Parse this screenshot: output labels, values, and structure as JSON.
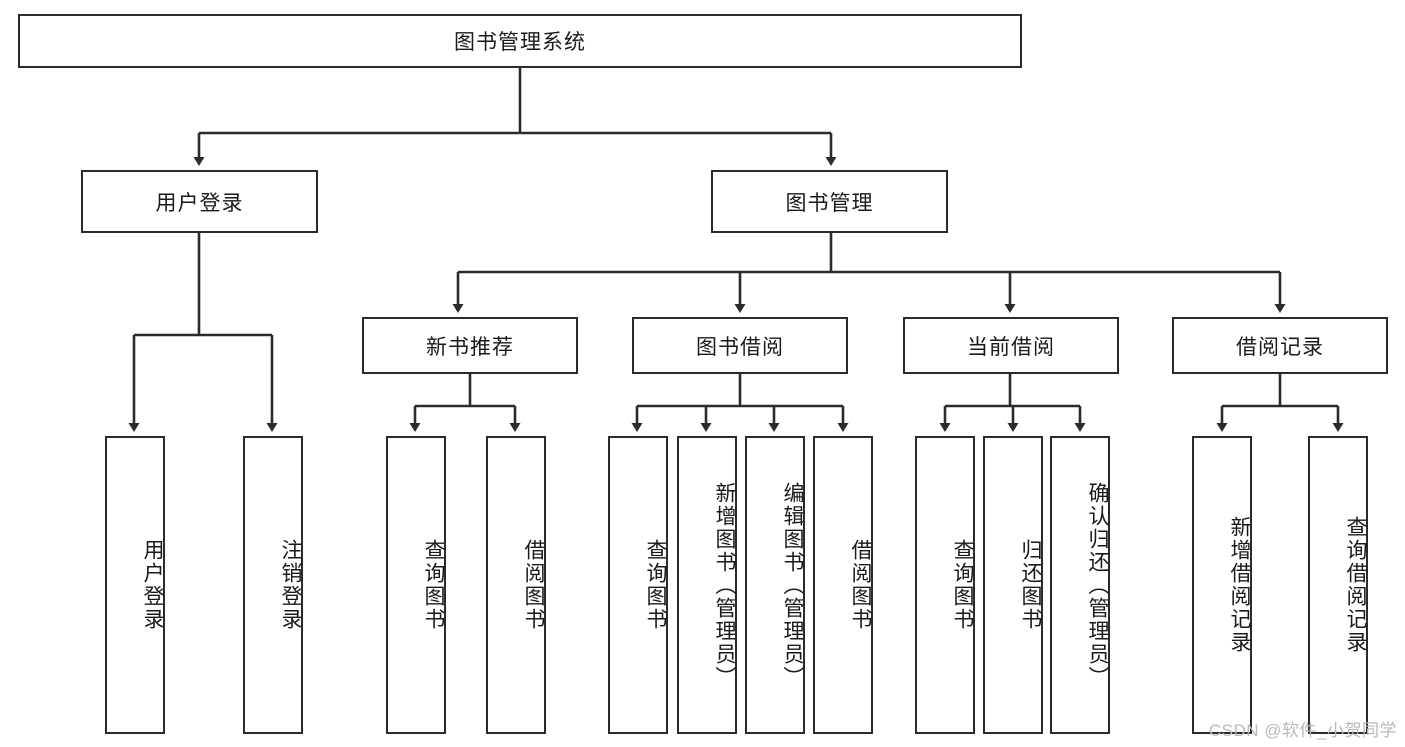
{
  "diagram": {
    "title": "图书管理系统",
    "type": "hierarchy-tree",
    "watermark": "CSDN @软件_小贺同学",
    "colors": {
      "stroke": "#2b2b2b",
      "fill": "#ffffff",
      "text": "#1a1a1a",
      "watermark": "#b9b9b9"
    },
    "levels": {
      "root": {
        "label": "图书管理系统"
      },
      "level2": [
        {
          "label": "用户登录"
        },
        {
          "label": "图书管理"
        }
      ],
      "level3": [
        {
          "label": "新书推荐"
        },
        {
          "label": "图书借阅"
        },
        {
          "label": "当前借阅"
        },
        {
          "label": "借阅记录"
        }
      ],
      "leaves": [
        {
          "label": "用户登录",
          "parent": "用户登录"
        },
        {
          "label": "注销登录",
          "parent": "用户登录"
        },
        {
          "label": "查询图书",
          "parent": "新书推荐"
        },
        {
          "label": "借阅图书",
          "parent": "新书推荐"
        },
        {
          "label": "查询图书",
          "parent": "图书借阅"
        },
        {
          "label": "新增图书（管理员）",
          "parent": "图书借阅"
        },
        {
          "label": "编辑图书（管理员）",
          "parent": "图书借阅"
        },
        {
          "label": "借阅图书",
          "parent": "图书借阅"
        },
        {
          "label": "查询图书",
          "parent": "当前借阅"
        },
        {
          "label": "归还图书",
          "parent": "当前借阅"
        },
        {
          "label": "确认归还（管理员）",
          "parent": "当前借阅"
        },
        {
          "label": "新增借阅记录",
          "parent": "借阅记录"
        },
        {
          "label": "查询借阅记录",
          "parent": "借阅记录"
        }
      ]
    }
  }
}
